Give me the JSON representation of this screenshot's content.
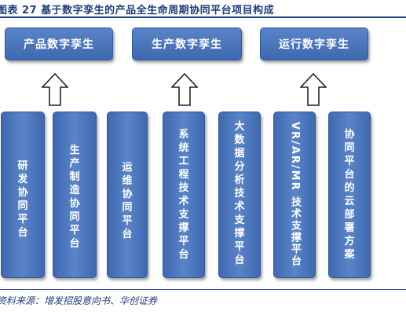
{
  "figure": {
    "title": "图表 27 基于数字孪生的产品全生命周期协同平台项目构成",
    "source": "资料来源：增发招股意向书、华创证券"
  },
  "top_boxes": [
    {
      "label": "产品数字孪生"
    },
    {
      "label": "生产数字孪生"
    },
    {
      "label": "运行数字孪生"
    }
  ],
  "columns": [
    {
      "label": "研发协同平台"
    },
    {
      "label": "生产制造协同平台"
    },
    {
      "label": "运维协同平台"
    },
    {
      "label": "系统工程技术支撑平台"
    },
    {
      "label": "大数据分析技术支撑平台"
    },
    {
      "label": "VR/AR/MR 技术支撑平台"
    },
    {
      "label": "协同平台的云部署方案"
    }
  ],
  "colors": {
    "box_fill": "#4a76be",
    "box_border": "#33599c",
    "title_text": "#1f3d7a"
  }
}
